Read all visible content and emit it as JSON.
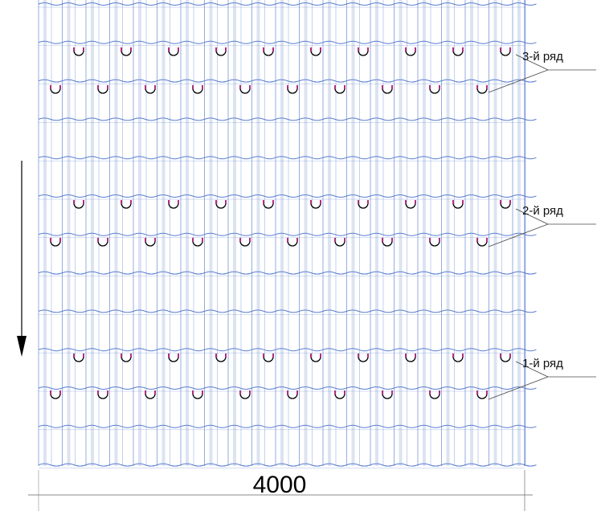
{
  "rows": [
    {
      "label": "3-й ряд"
    },
    {
      "label": "2-й ряд"
    },
    {
      "label": "1-й ряд"
    }
  ],
  "dimension": {
    "value": "4000"
  },
  "clips_per_row": 10,
  "colors": {
    "tile": "#5b7fd0",
    "tile_light": "#dce3f1",
    "clip": "#000000",
    "clip_end": "#b0307a",
    "dim": "#888888"
  }
}
